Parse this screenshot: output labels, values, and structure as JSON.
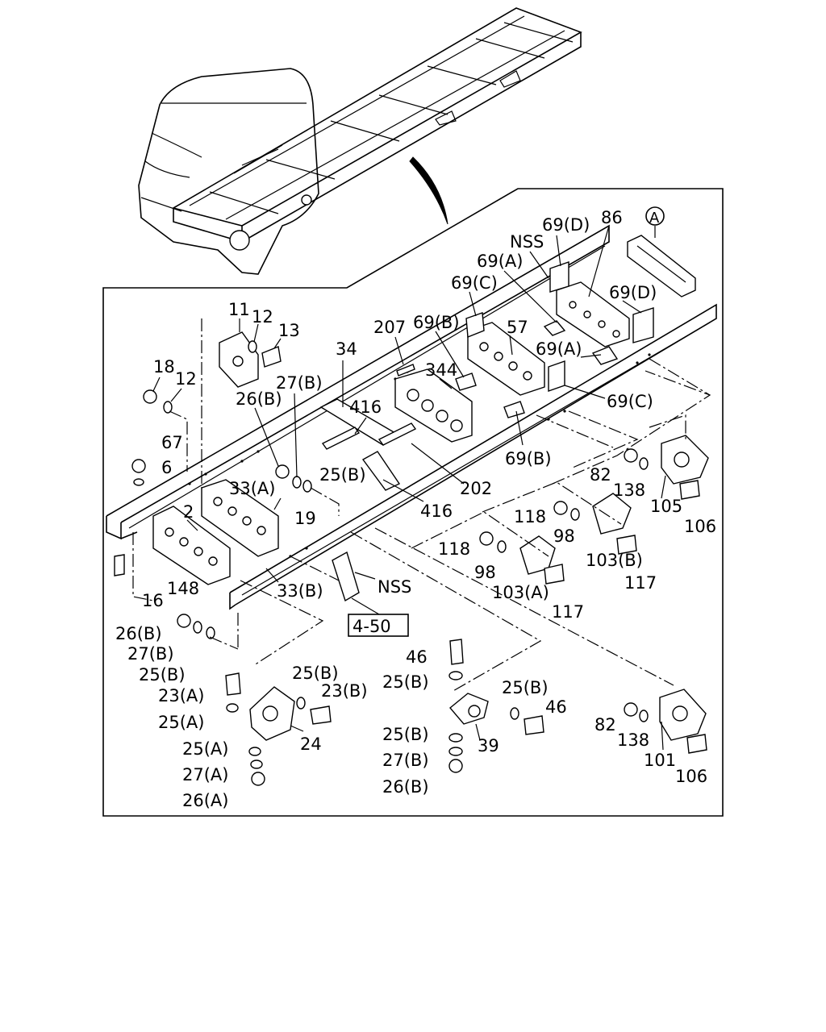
{
  "diagram": {
    "reference_box": "4-50",
    "detail_marker": "A",
    "labels": {
      "l11": "11",
      "l12a": "12",
      "l13": "13",
      "l18": "18",
      "l12b": "12",
      "l67": "67",
      "l6": "6",
      "l16": "16",
      "l148": "148",
      "l2": "2",
      "l33a": "33(A)",
      "l19": "19",
      "l33b": "33(B)",
      "l26b_top": "26(B)",
      "l27b_top": "27(B)",
      "l25b_mid": "25(B)",
      "l34": "34",
      "l416a": "416",
      "l416b": "416",
      "l207": "207",
      "l344": "344",
      "l202": "202",
      "l57": "57",
      "l69b_top": "69(B)",
      "l69c_top": "69(C)",
      "l69a_top": "69(A)",
      "l69d_top": "69(D)",
      "l69d_right": "69(D)",
      "l69a_mid": "69(A)",
      "l69c_right": "69(C)",
      "l69b_bot": "69(B)",
      "l86": "86",
      "lnss_top": "NSS",
      "lnss_mid": "NSS",
      "l82a": "82",
      "l138a": "138",
      "l105": "105",
      "l106a": "106",
      "l118a": "118",
      "l98a": "98",
      "l103b": "103(B)",
      "l117a": "117",
      "l118b": "118",
      "l98b": "98",
      "l103a": "103(A)",
      "l117b": "117",
      "l26b_l": "26(B)",
      "l27b_l": "27(B)",
      "l25b_l": "25(B)",
      "l23a": "23(A)",
      "l25a1": "25(A)",
      "l25b_c": "25(B)",
      "l23b": "23(B)",
      "l24": "24",
      "l25a2": "25(A)",
      "l27a": "27(A)",
      "l26a": "26(A)",
      "l46a": "46",
      "l25b_c1": "25(B)",
      "l25b_c2": "25(B)",
      "l46b": "46",
      "l25b_c3": "25(B)",
      "l39": "39",
      "l27b_c": "27(B)",
      "l26b_c": "26(B)",
      "l82b": "82",
      "l138b": "138",
      "l101": "101",
      "l106b": "106"
    }
  }
}
